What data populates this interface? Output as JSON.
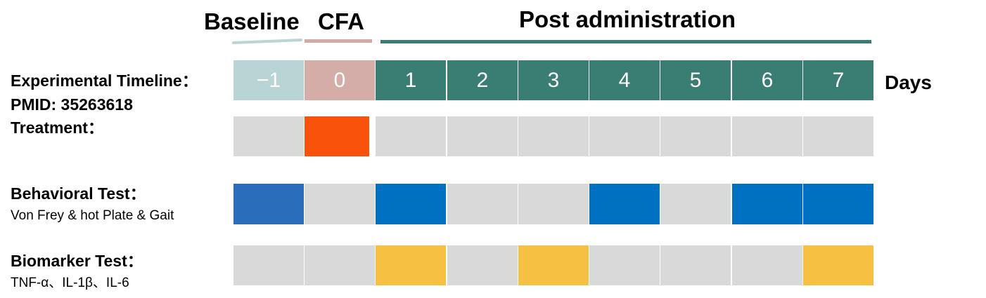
{
  "phases": [
    {
      "key": "baseline",
      "label": "Baseline",
      "color": "#bcd4d4"
    },
    {
      "key": "cfa",
      "label": "CFA",
      "color": "#d3aaa6"
    },
    {
      "key": "post",
      "label": "Post administration",
      "color": "#3a7d73"
    }
  ],
  "days": [
    {
      "label": "−1",
      "color": "#b9d4d5"
    },
    {
      "label": "0",
      "color": "#d4aca8"
    },
    {
      "label": "1",
      "color": "#3a7d73"
    },
    {
      "label": "2",
      "color": "#3a7d73"
    },
    {
      "label": "3",
      "color": "#3a7d73"
    },
    {
      "label": "4",
      "color": "#3a7d73"
    },
    {
      "label": "5",
      "color": "#3a7d73"
    },
    {
      "label": "6",
      "color": "#3a7d73"
    },
    {
      "label": "7",
      "color": "#3a7d73"
    }
  ],
  "days_unit": "Days",
  "labels": {
    "timeline": "Experimental Timeline：",
    "pmid": "PMID: 35263618",
    "treatment": "Treatment：",
    "behavioral": "Behavioral Test：",
    "behavioral_sub": "Von Frey & hot  Plate & Gait",
    "biomarker": "Biomarker Test：",
    "biomarker_sub": "TNF-α、IL-1β、IL-6"
  },
  "colors": {
    "empty": "#d9d9d9",
    "treatment": "#f9530b",
    "behavioral_baseline": "#2a6ebb",
    "behavioral": "#0070c0",
    "biomarker": "#f6c142"
  },
  "rows": {
    "treatment": [
      false,
      true,
      false,
      false,
      false,
      false,
      false,
      false,
      false
    ],
    "behavioral": [
      true,
      false,
      true,
      false,
      false,
      true,
      false,
      true,
      true
    ],
    "biomarker": [
      false,
      false,
      true,
      false,
      true,
      false,
      false,
      false,
      true
    ]
  }
}
